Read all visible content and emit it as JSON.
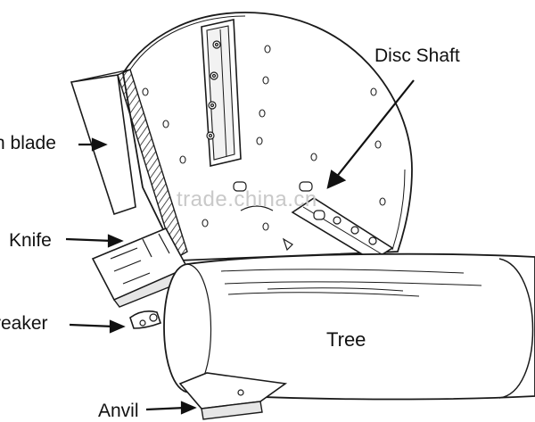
{
  "labels": {
    "disc_shaft": "Disc Shaft",
    "fan_blade": "n blade",
    "knife": "Knife",
    "breaker": "reaker",
    "tree": "Tree",
    "anvil": "Anvil"
  },
  "watermark": "trade.china.cn"
}
